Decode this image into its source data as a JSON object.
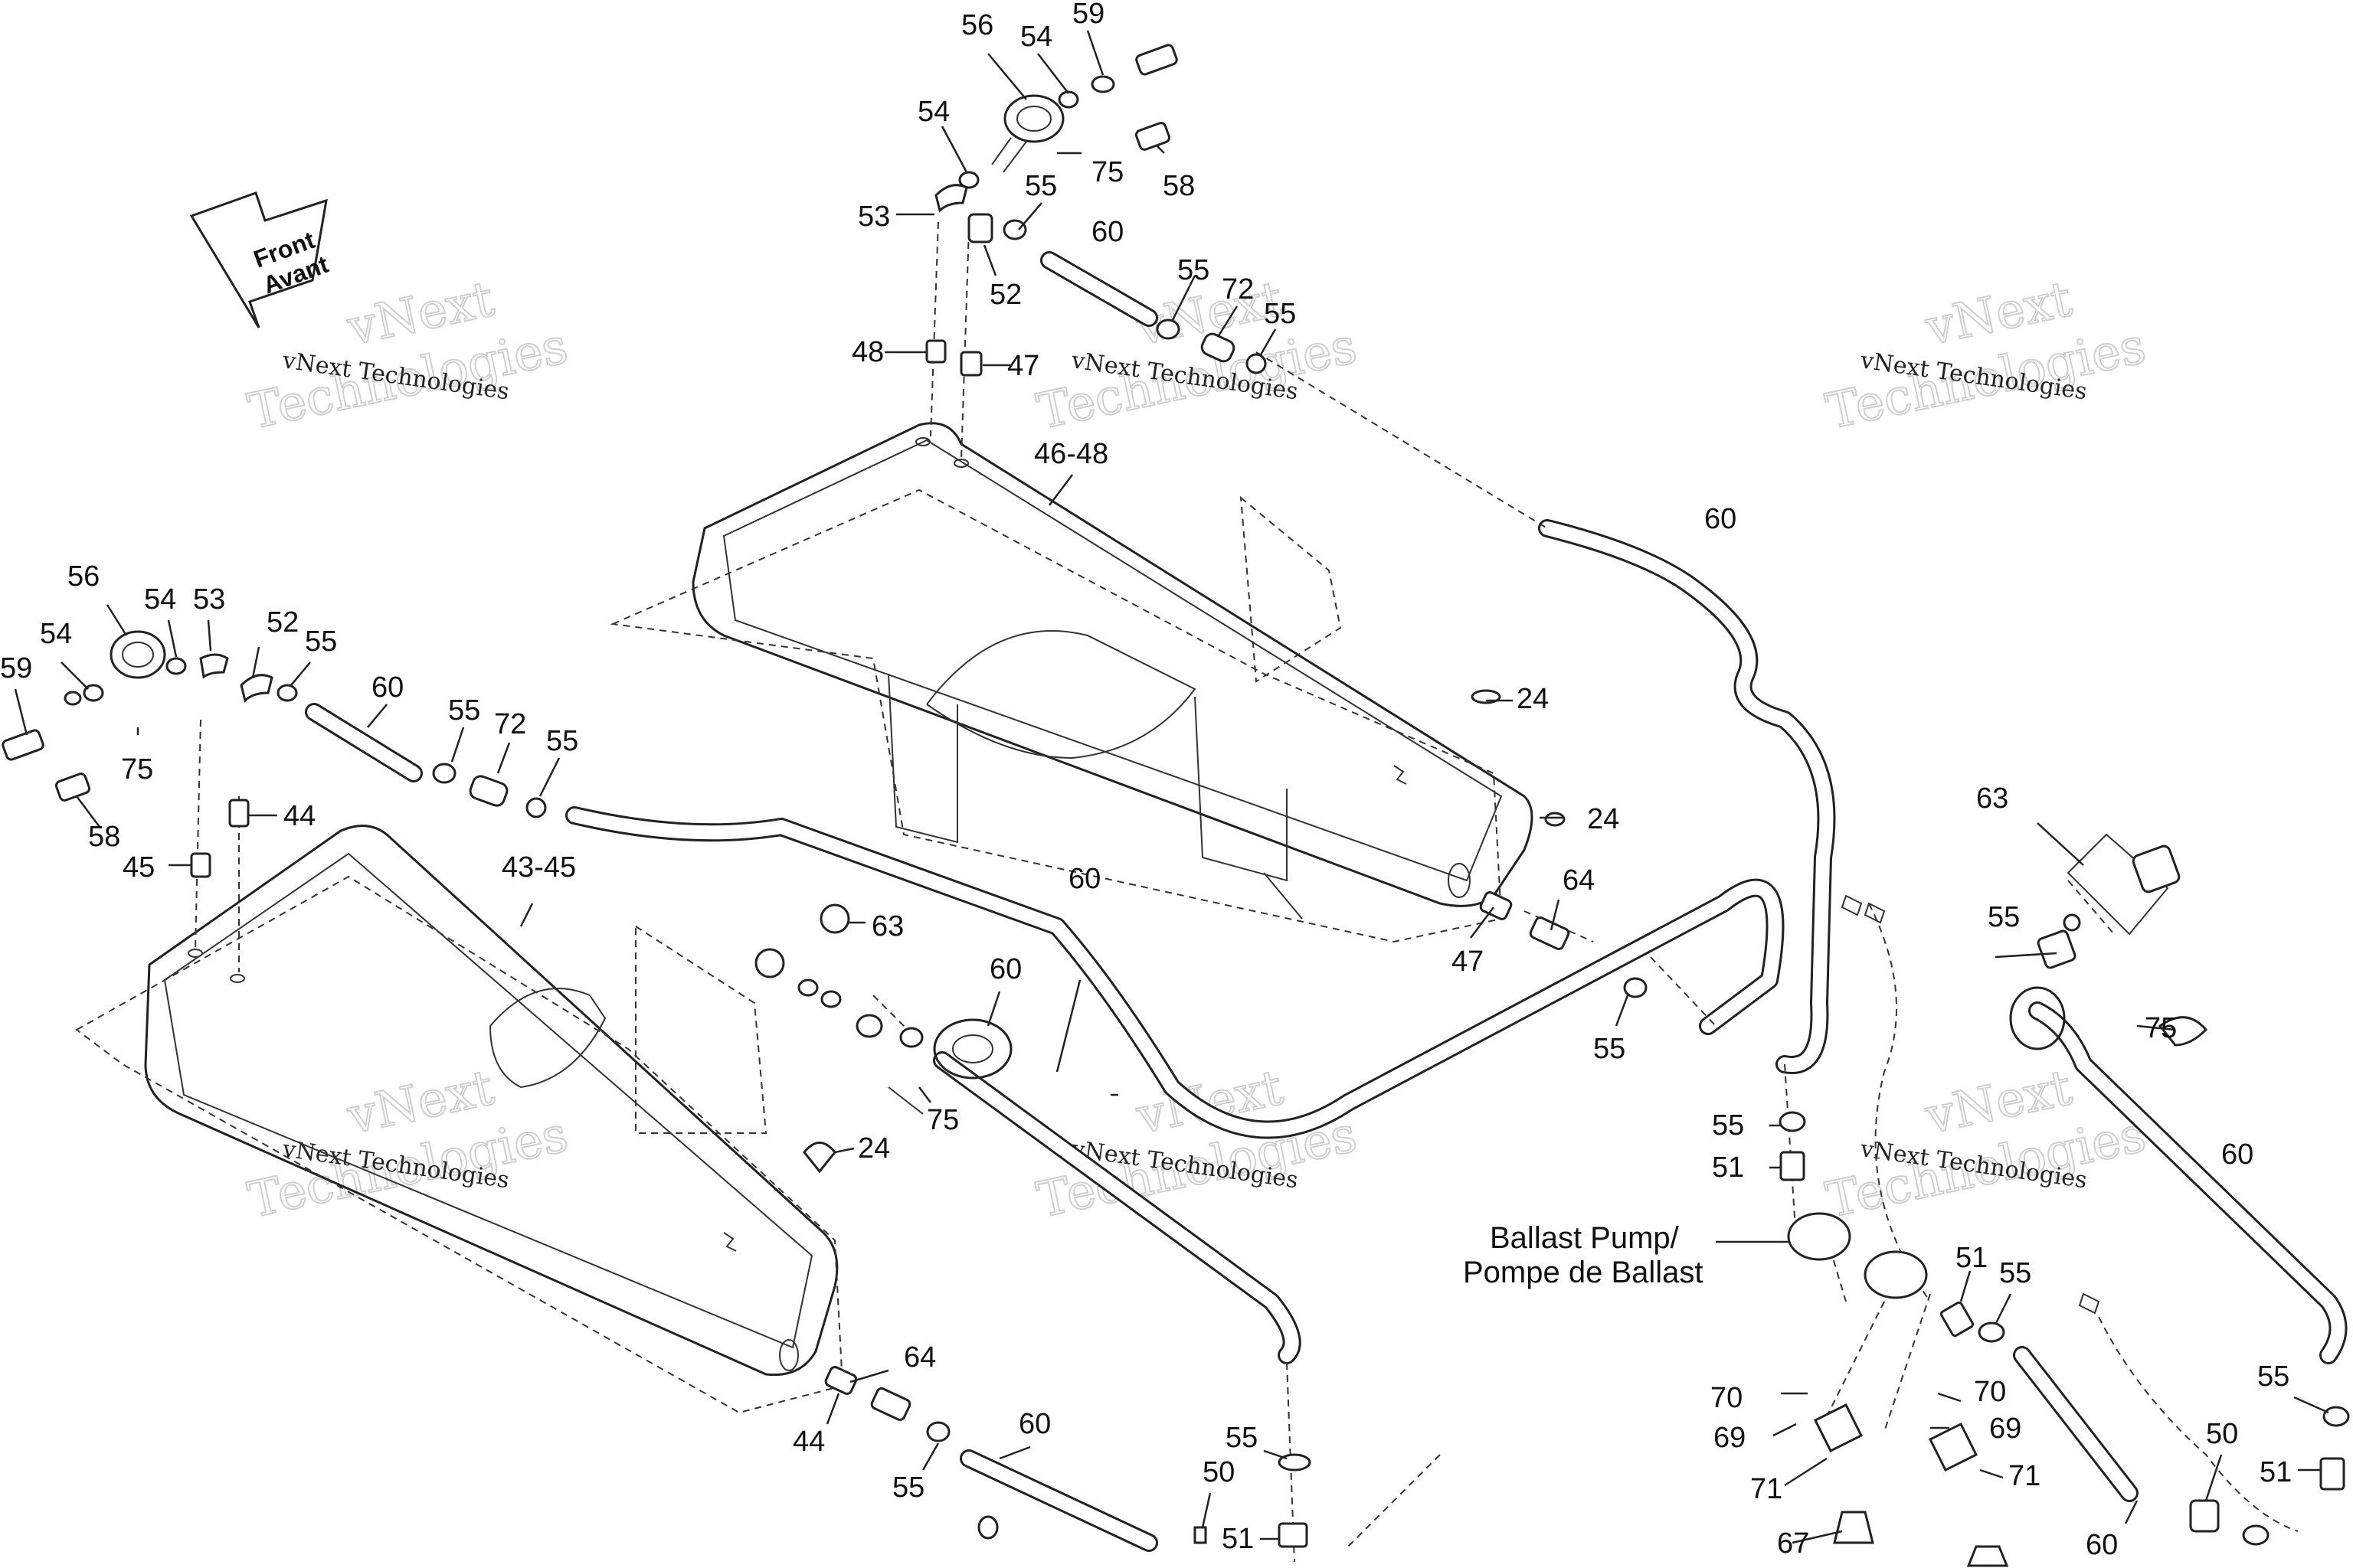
{
  "direction_arrow": {
    "line1": "Front",
    "line2": "Avant"
  },
  "watermark": {
    "line1": "vNext",
    "line2": "Technologies",
    "small": "vNext Technologies"
  },
  "caption": {
    "line1": "Ballast Pump/",
    "line2": "Pompe de Ballast"
  },
  "labels": [
    "56",
    "54",
    "59",
    "54",
    "75",
    "58",
    "53",
    "55",
    "60",
    "52",
    "55",
    "72",
    "55",
    "48",
    "47",
    "46-48",
    "60",
    "24",
    "24",
    "64",
    "47",
    "55",
    "56",
    "54",
    "53",
    "52",
    "55",
    "54",
    "59",
    "60",
    "75",
    "58",
    "55",
    "72",
    "55",
    "44",
    "45",
    "43-45",
    "63",
    "60",
    "60",
    "75",
    "24",
    "63",
    "55",
    "75",
    "60",
    "55",
    "51",
    "51",
    "55",
    "70",
    "69",
    "71",
    "70",
    "69",
    "71",
    "67",
    "60",
    "55",
    "51",
    "50",
    "64",
    "44",
    "55",
    "60",
    "55",
    "50",
    "51"
  ]
}
